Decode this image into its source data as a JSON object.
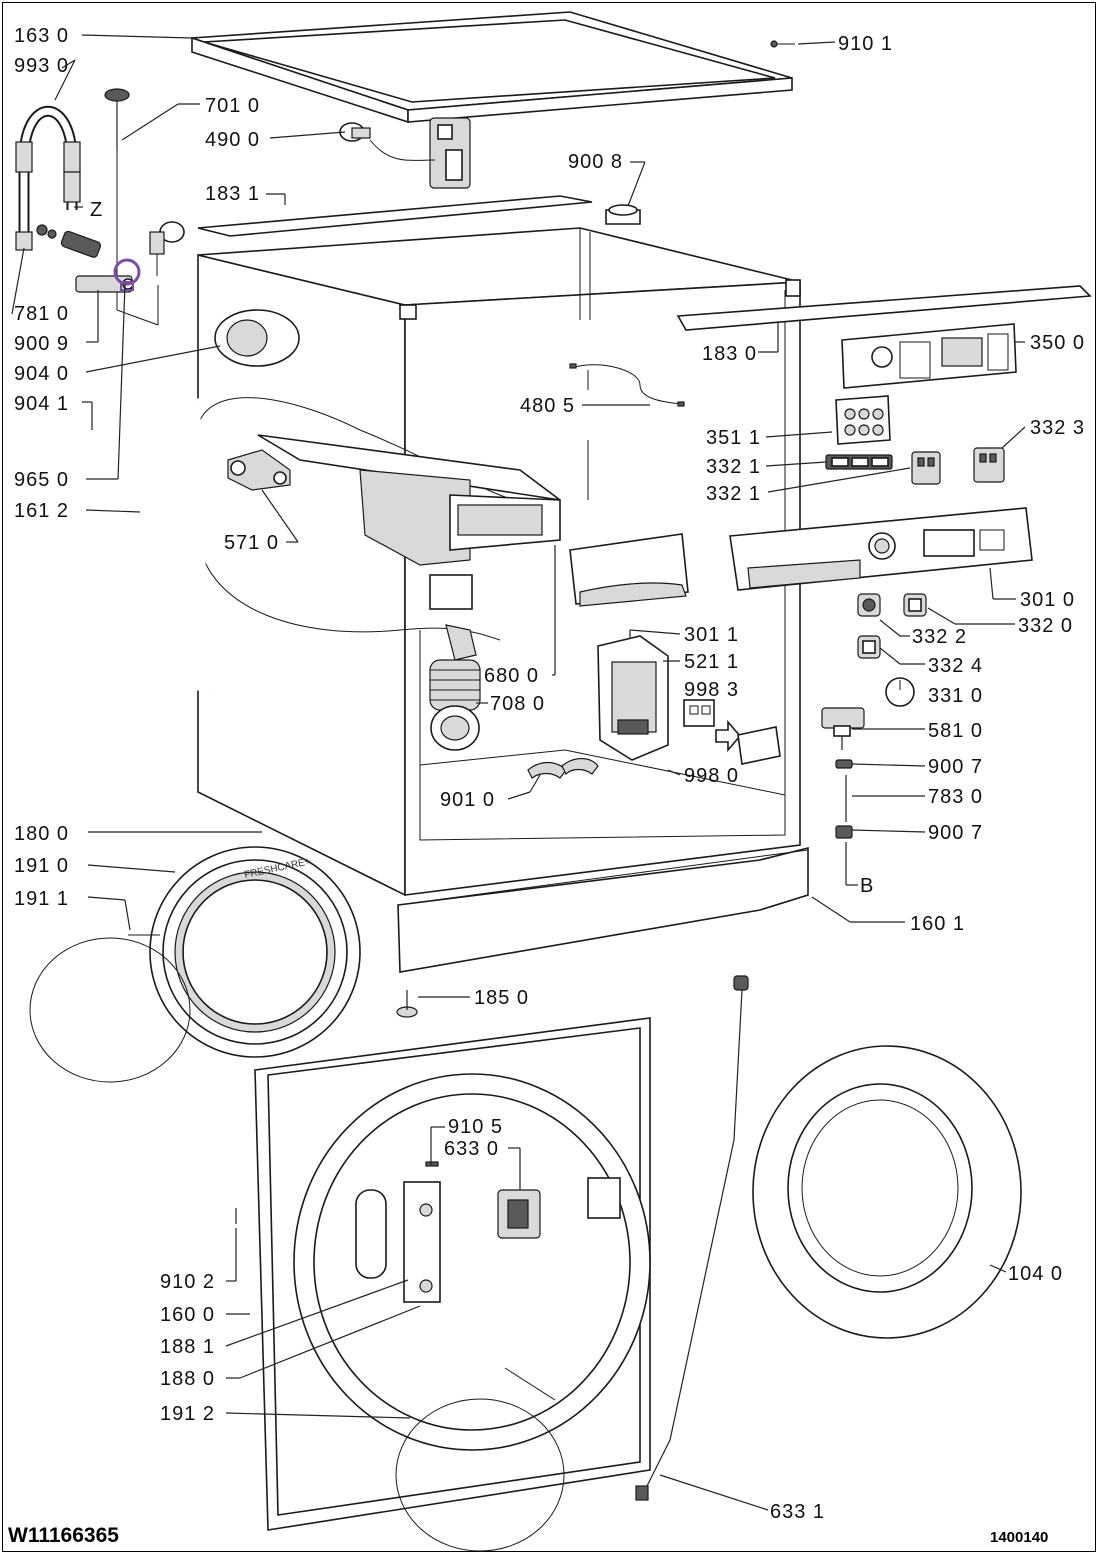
{
  "document": {
    "id": "W11166365",
    "code": "1400140"
  },
  "labels": {
    "l163_0": "163 0",
    "l993_0": "993 0",
    "l910_1": "910 1",
    "l701_0": "701 0",
    "l490_0": "490 0",
    "l900_8": "900 8",
    "l183_1": "183 1",
    "l781_0": "781 0",
    "l900_9": "900 9",
    "l904_0": "904 0",
    "l904_1": "904 1",
    "l965_0": "965 0",
    "l161_2": "161 2",
    "l571_0": "571 0",
    "l183_0": "183 0",
    "l350_0": "350 0",
    "l480_5": "480 5",
    "l351_1": "351 1",
    "l332_1a": "332 1",
    "l332_1b": "332 1",
    "l332_3": "332 3",
    "l301_0": "301 0",
    "l332_2": "332 2",
    "l332_0": "332 0",
    "l332_4": "332 4",
    "l331_0": "331 0",
    "l581_0": "581 0",
    "l900_7a": "900 7",
    "l783_0": "783 0",
    "l900_7b": "900 7",
    "l301_1": "301 1",
    "l521_1": "521 1",
    "l998_3": "998 3",
    "l998_0": "998 0",
    "l680_0": "680 0",
    "l708_0": "708 0",
    "l901_0": "901 0",
    "l180_0": "180 0",
    "l191_0": "191 0",
    "l191_1": "191 1",
    "l160_1": "160 1",
    "l185_0": "185 0",
    "l910_5": "910 5",
    "l633_0": "633 0",
    "l910_2": "910 2",
    "l160_0": "160 0",
    "l188_1": "188 1",
    "l188_0": "188 0",
    "l191_2": "191 2",
    "l104_0": "104 0",
    "l633_1": "633 1",
    "z": "Z",
    "b": "B"
  },
  "callout_style": {
    "ring_color": "#7b4fa0"
  }
}
